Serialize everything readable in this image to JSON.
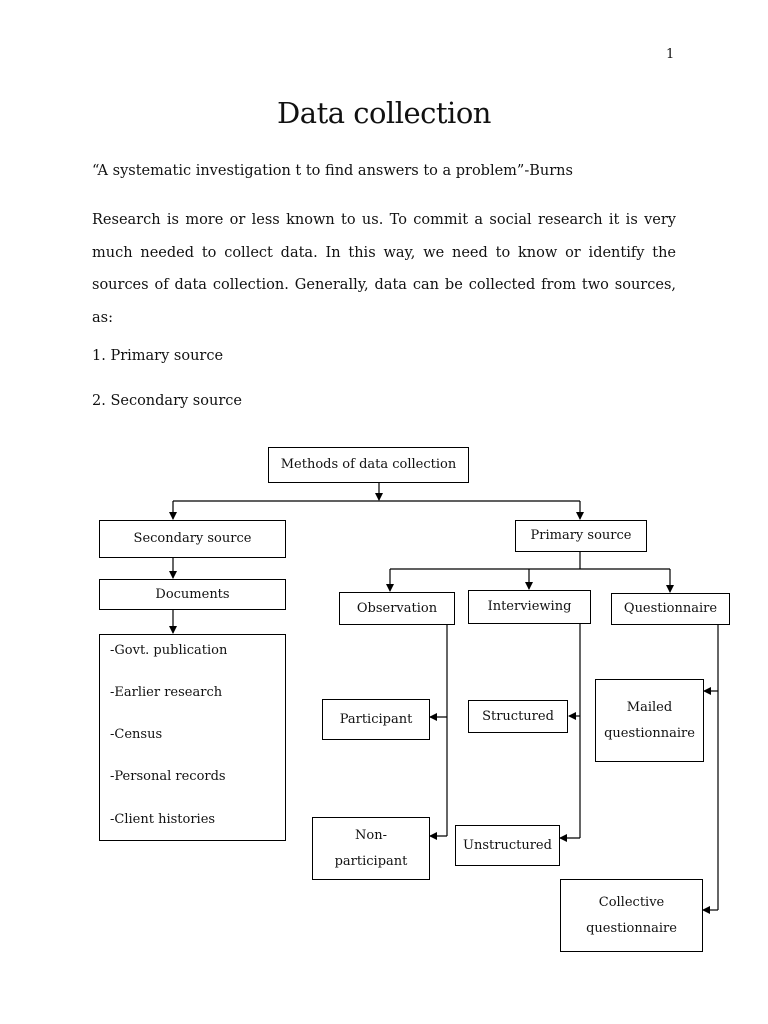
{
  "page": {
    "number": "1",
    "title": "Data collection",
    "quote": "“A systematic investigation t to find answers to a problem”-Burns",
    "paragraph": "Research is more or less known to us. To commit a social research it is very much needed to collect data. In this way, we need to know or identify the sources of data collection. Generally, data can be collected from two sources, as:",
    "list": [
      "1. Primary source",
      "2. Secondary source"
    ]
  },
  "diagram": {
    "root": "Methods of data collection",
    "secondary": "Secondary source",
    "documents": "Documents",
    "documents_items": [
      "-Govt. publication",
      "-Earlier research",
      "-Census",
      "-Personal records",
      "-Client histories"
    ],
    "primary": "Primary source",
    "observation": "Observation",
    "interviewing": "Interviewing",
    "questionnaire": "Questionnaire",
    "participant": "Participant",
    "non_participant_line1": "Non-",
    "non_participant_line2": "participant",
    "structured": "Structured",
    "unstructured": "Unstructured",
    "mailed_line1": "Mailed",
    "mailed_line2": "questionnaire",
    "collective_line1": "Collective",
    "collective_line2": "questionnaire"
  }
}
